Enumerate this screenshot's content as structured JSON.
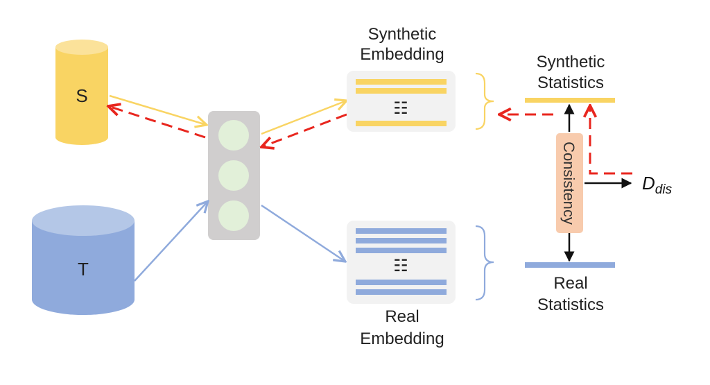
{
  "source": {
    "label": "S"
  },
  "target": {
    "label": "T"
  },
  "synthetic_embedding": {
    "line1": "Synthetic",
    "line2": "Embedding",
    "list_glyph": "☷"
  },
  "real_embedding": {
    "line1": "Real",
    "line2": "Embedding",
    "list_glyph": "☷"
  },
  "synthetic_statistics": {
    "line1": "Synthetic",
    "line2": "Statistics"
  },
  "real_statistics": {
    "line1": "Real",
    "line2": "Statistics"
  },
  "consistency": {
    "label": "Consistency"
  },
  "discrepancy": {
    "symbol": "D",
    "subscript": "dis"
  },
  "colors": {
    "yellow": "#F9D463",
    "yellow_top": "#FBE29A",
    "blue": "#8FAADC",
    "blue_top": "#B4C7E7",
    "red_dashed": "#E8261E",
    "gray_box": "#D0CECE",
    "circle_fill": "#E2F0D9",
    "card_bg": "#F2F2F2",
    "consistency_fill": "#F8CBAD"
  }
}
